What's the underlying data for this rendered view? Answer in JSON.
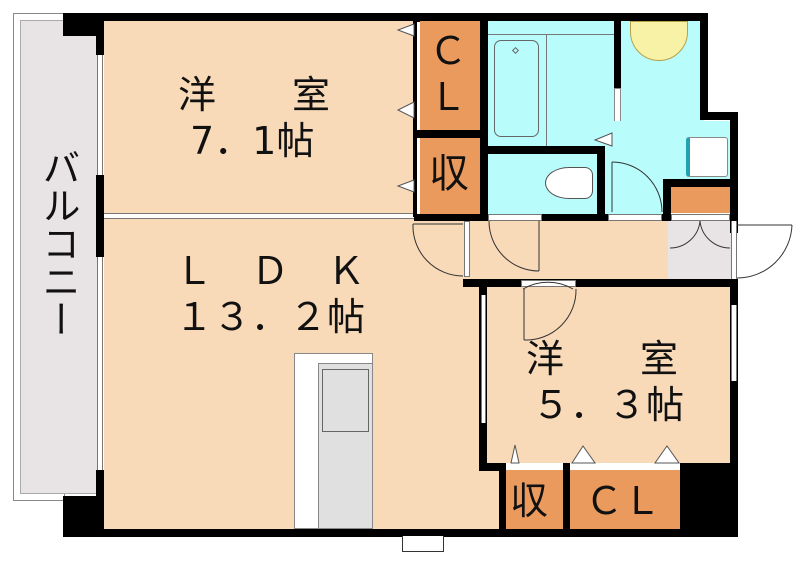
{
  "floor_plan": {
    "colors": {
      "room": "#f8d9b8",
      "wet_area": "#b8fcfc",
      "storage": "#eb9a5e",
      "balcony": "#e8e4e6",
      "entry": "#e8e4e6",
      "wall": "#000000"
    },
    "balcony": {
      "label": "バルコニー"
    },
    "western_room_1": {
      "name": "洋　　室",
      "size": "7．1帖"
    },
    "ldk": {
      "name": "Ｌ　Ｄ　Ｋ",
      "size": "１３．２帖"
    },
    "western_room_2": {
      "name": "洋　　室",
      "size": "５．３帖"
    },
    "closet_top": {
      "label": "ＣＬ",
      "label_c": "Ｃ",
      "label_l": "Ｌ"
    },
    "storage_top": {
      "label": "収"
    },
    "storage_bottom": {
      "label": "収"
    },
    "closet_bottom": {
      "label": "ＣＬ"
    },
    "fixtures": [
      "bathtub",
      "toilet",
      "washbasin",
      "washing-machine-space",
      "kitchen-counter",
      "shoe-cabinet"
    ]
  }
}
